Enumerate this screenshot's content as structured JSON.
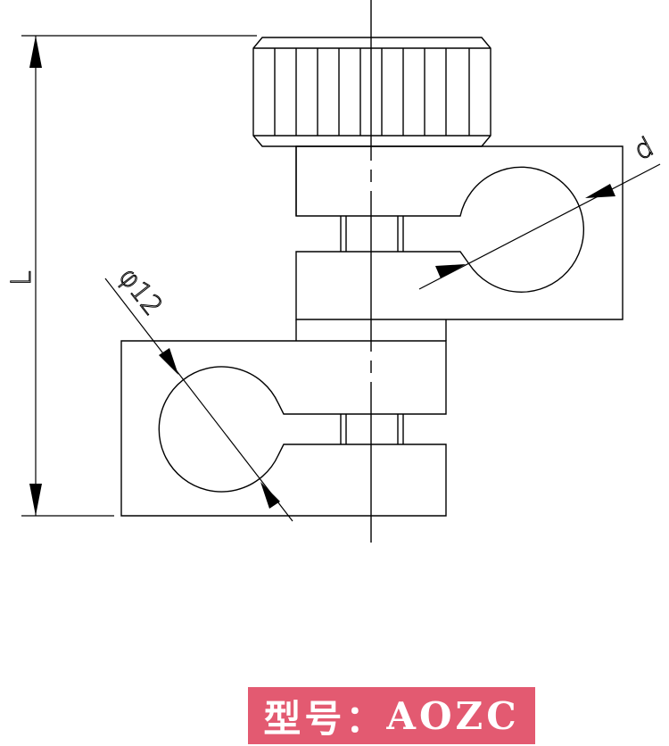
{
  "drawing": {
    "dimensions": {
      "length_label": "L",
      "diameter_label": "d",
      "fixed_diameter_label": "φ12"
    }
  },
  "model": {
    "prefix": "型号：",
    "code": "AOZC"
  }
}
